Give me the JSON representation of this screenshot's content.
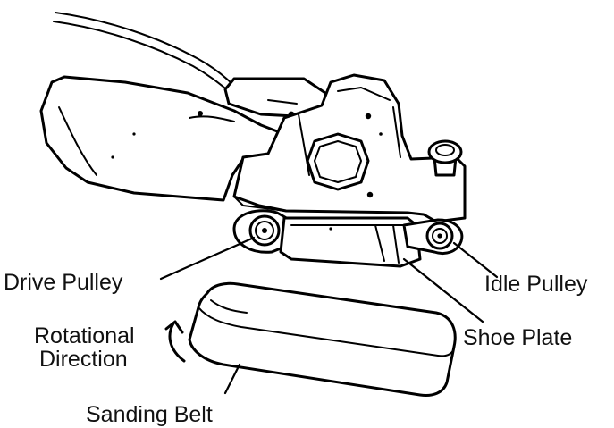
{
  "labels": {
    "drive_pulley": "Drive Pulley",
    "idle_pulley": "Idle Pulley",
    "rotational_line1": "Rotational",
    "rotational_line2": "Direction",
    "shoe_plate": "Shoe Plate",
    "sanding_belt": "Sanding Belt"
  },
  "colors": {
    "ink": "#000000",
    "background": "#ffffff"
  },
  "icons": {
    "rotation_arrow": "curved-arrow-icon"
  }
}
